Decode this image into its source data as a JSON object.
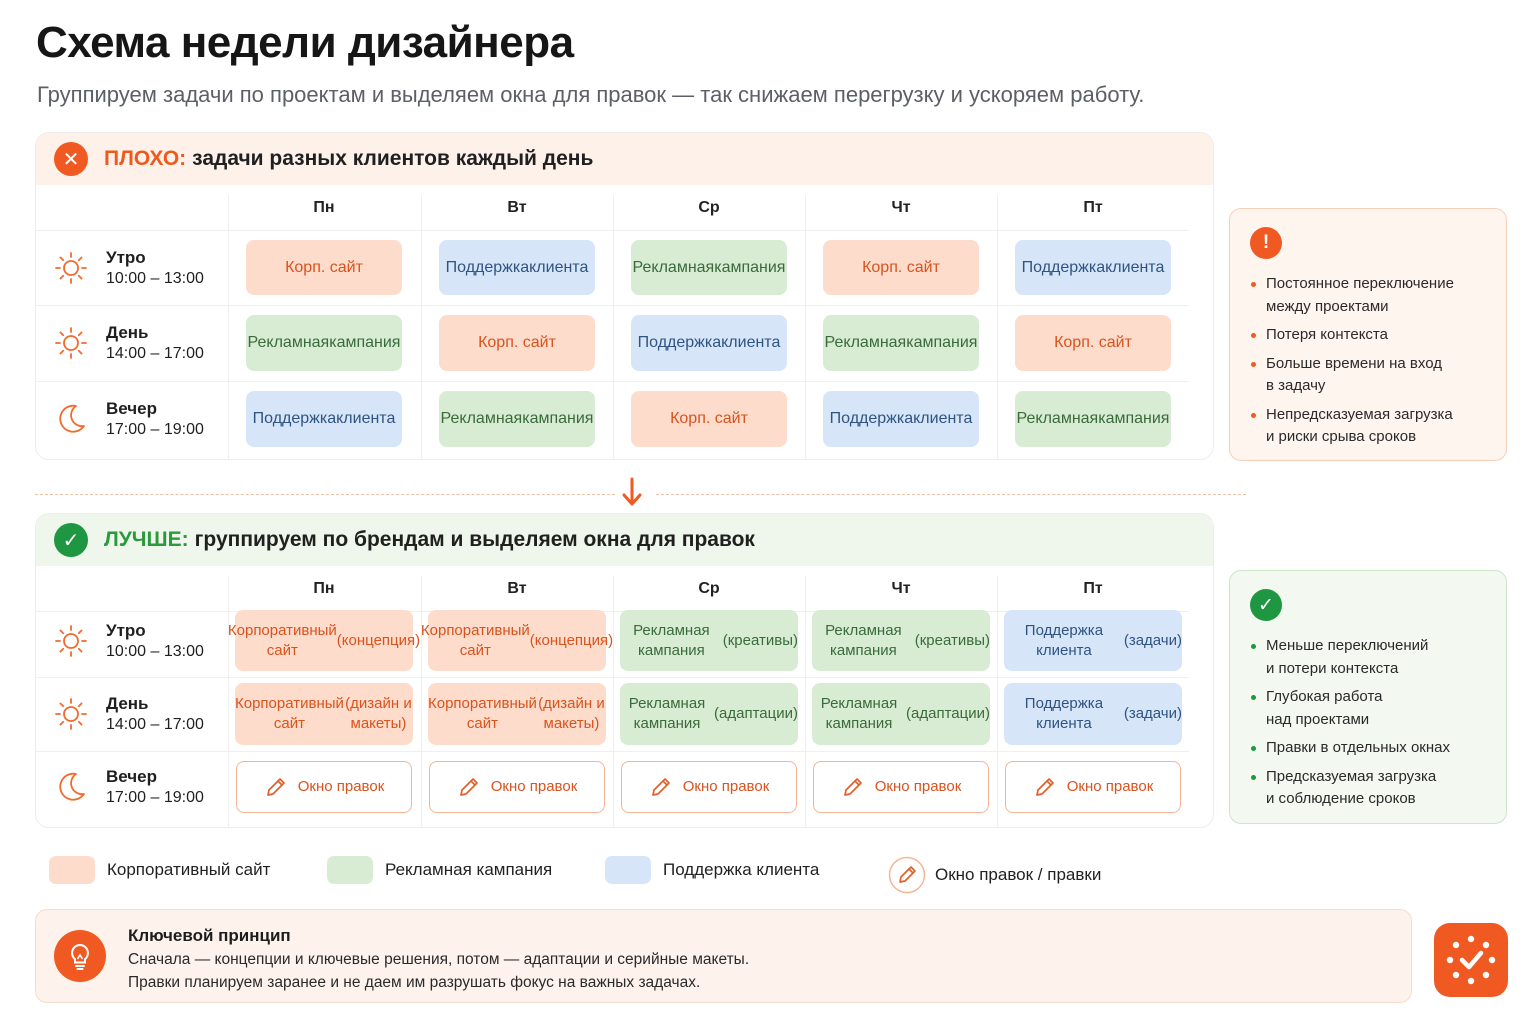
{
  "header": {
    "title": "Схема недели дизайнера",
    "subtitle": "Группируем задачи по проектам и выделяем окна для правок — так снижаем перегрузку и ускоряем работу."
  },
  "colors": {
    "accent": "#f05a22",
    "good": "#1f9642",
    "corp": "#fddccb",
    "ad": "#d8ecd4",
    "support": "#d6e6f8"
  },
  "days": [
    "Пн",
    "Вт",
    "Ср",
    "Чт",
    "Пт"
  ],
  "slots": [
    {
      "name": "Утро",
      "time": "10:00 – 13:00",
      "icon": "sun-icon"
    },
    {
      "name": "День",
      "time": "14:00 – 17:00",
      "icon": "sun-icon"
    },
    {
      "name": "Вечер",
      "time": "17:00 – 19:00",
      "icon": "moon-icon"
    }
  ],
  "bad": {
    "lead": "ПЛОХО:",
    "heading": "задачи разных клиентов каждый день",
    "rows": [
      [
        [
          "Корп. сайт"
        ],
        [
          "Поддержка",
          "клиента"
        ],
        [
          "Рекламная",
          "кампания"
        ],
        [
          "Корп. сайт"
        ],
        [
          "Поддержка",
          "клиента"
        ]
      ],
      [
        [
          "Рекламная",
          "кампания"
        ],
        [
          "Корп. сайт"
        ],
        [
          "Поддержка",
          "клиента"
        ],
        [
          "Рекламная",
          "кампания"
        ],
        [
          "Корп. сайт"
        ]
      ],
      [
        [
          "Поддержка",
          "клиента"
        ],
        [
          "Рекламная",
          "кампания"
        ],
        [
          "Корп. сайт"
        ],
        [
          "Поддержка",
          "клиента"
        ],
        [
          "Рекламная",
          "кампания"
        ]
      ]
    ],
    "kinds": [
      [
        "corp",
        "sup",
        "ad",
        "corp",
        "sup"
      ],
      [
        "ad",
        "corp",
        "sup",
        "ad",
        "corp"
      ],
      [
        "sup",
        "ad",
        "corp",
        "sup",
        "ad"
      ]
    ]
  },
  "good": {
    "lead": "ЛУЧШЕ:",
    "heading": "группируем по брендам и выделяем окна для правок",
    "rows": [
      [
        [
          "Корпоративный сайт",
          "(концепция)"
        ],
        [
          "Корпоративный сайт",
          "(концепция)"
        ],
        [
          "Рекламная кампания",
          "(креативы)"
        ],
        [
          "Рекламная кампания",
          "(креативы)"
        ],
        [
          "Поддержка клиента",
          "(задачи)"
        ]
      ],
      [
        [
          "Корпоративный сайт",
          "(дизайн и макеты)"
        ],
        [
          "Корпоративный сайт",
          "(дизайн и макеты)"
        ],
        [
          "Рекламная кампания",
          "(адаптации)"
        ],
        [
          "Рекламная кампания",
          "(адаптации)"
        ],
        [
          "Поддержка клиента",
          "(задачи)"
        ]
      ]
    ],
    "kinds": [
      [
        "corp",
        "corp",
        "ad",
        "ad",
        "sup"
      ],
      [
        "corp",
        "corp",
        "ad",
        "ad",
        "sup"
      ]
    ],
    "edit_label": "Окно правок"
  },
  "bad_note": {
    "items": [
      [
        "Постоянное переключение",
        "между проектами"
      ],
      [
        "Потеря контекста"
      ],
      [
        "Больше времени на вход",
        "в задачу"
      ],
      [
        "Непредсказуемая загрузка",
        "и риски срыва сроков"
      ]
    ]
  },
  "good_note": {
    "items": [
      [
        "Меньше переключений",
        "и потери контекста"
      ],
      [
        "Глубокая работа",
        "над проектами"
      ],
      [
        "Правки в отдельных окнах"
      ],
      [
        "Предсказуемая загрузка",
        "и соблюдение сроков"
      ]
    ]
  },
  "legend": {
    "corp": "Корпоративный сайт",
    "ad": "Рекламная кампания",
    "support": "Поддержка клиента",
    "edit": "Окно правок / правки"
  },
  "principle": {
    "title": "Ключевой принцип",
    "line1": "Сначала — концепции и ключевые решения, потом — адаптации и серийные макеты.",
    "line2": "Правки планируем заранее и не даем им разрушать фокус на важных задачах."
  }
}
